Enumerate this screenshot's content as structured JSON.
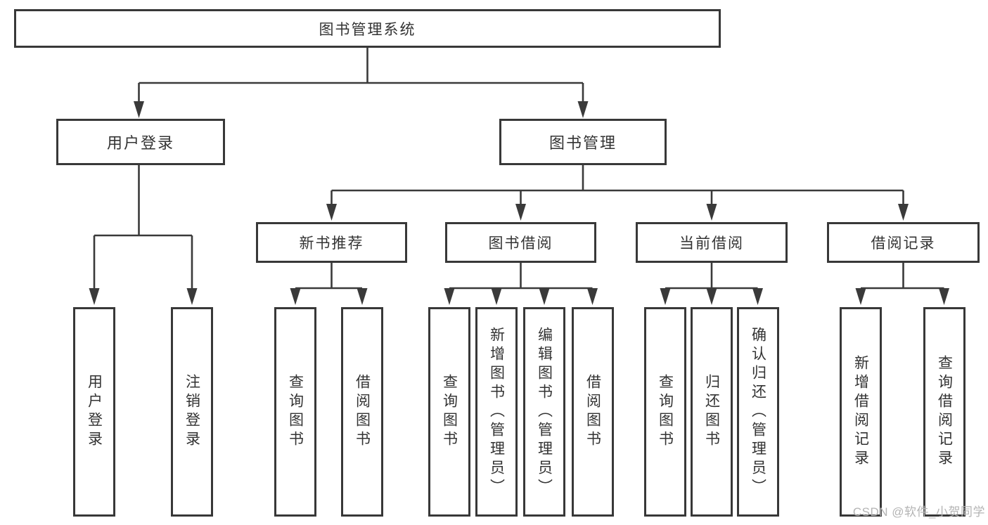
{
  "tree": {
    "root": "图书管理系统",
    "user_login": {
      "label": "用户登录",
      "children": [
        "用户登录",
        "注销登录"
      ]
    },
    "book_mgmt": {
      "label": "图书管理"
    },
    "new_book": {
      "label": "新书推荐",
      "children": [
        "查询图书",
        "借阅图书"
      ]
    },
    "borrow": {
      "label": "图书借阅",
      "children": [
        "查询图书",
        "新增图书（管理员）",
        "编辑图书（管理员）",
        "借阅图书"
      ]
    },
    "current": {
      "label": "当前借阅",
      "children": [
        "查询图书",
        "归还图书",
        "确认归还（管理员）"
      ]
    },
    "records": {
      "label": "借阅记录",
      "children": [
        "新增借阅记录",
        "查询借阅记录"
      ]
    }
  },
  "watermark": "CSDN @软件_小贺同学",
  "colors": {
    "line": "#3a3a3a",
    "box_border": "#383838",
    "box_fill": "#ffffff",
    "text": "#333333",
    "watermark": "#b4b4b4",
    "background": "#ffffff"
  }
}
